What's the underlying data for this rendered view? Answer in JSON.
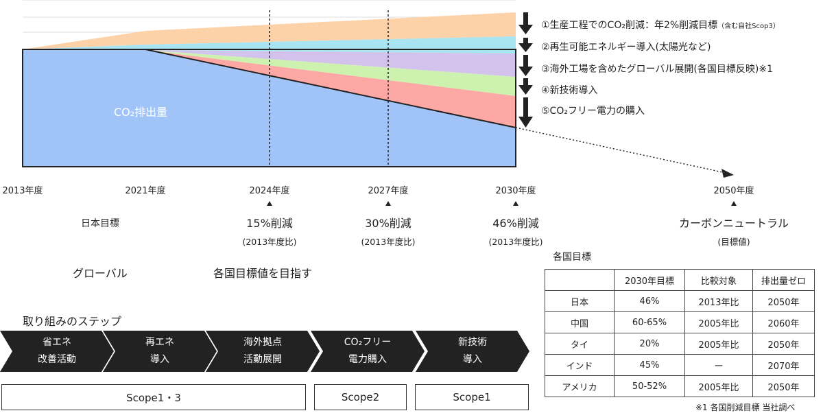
{
  "chart_data": {
    "type": "area",
    "x_labels": [
      "2013年度",
      "2021年度",
      "2024年度",
      "2027年度",
      "2030年度",
      "2050年度"
    ],
    "base_label": "CO₂排出量",
    "layers": [
      {
        "name": "①生産工程でのCO₂削減：年2%削減目標",
        "note": "（含む自社Scop3）",
        "color": "#fdd2a8"
      },
      {
        "name": "②再生可能エネルギー導入(太陽光など)",
        "color": "#a8e4f2"
      },
      {
        "name": "③海外工場を含めたグローバル展開(各国目標反映)※1",
        "color": "#d3c2ec"
      },
      {
        "name": "④新技術導入",
        "color": "#cdf2b0"
      },
      {
        "name": "⑤CO₂フリー電力の購入",
        "color": "#fda8a4"
      }
    ],
    "base_color": "#a1c4f8",
    "milestones": [
      {
        "year": "2024年度",
        "value": "15%削減",
        "note": "(2013年度比)"
      },
      {
        "year": "2027年度",
        "value": "30%削減",
        "note": "(2013年度比)"
      },
      {
        "year": "2030年度",
        "value": "46%削減",
        "note": "(2013年度比)"
      },
      {
        "year": "2050年度",
        "value": "カーボンニュートラル",
        "note": "(目標値)"
      }
    ]
  },
  "labels": {
    "japan_goal": "日本目標",
    "global": "グローバル",
    "global_goal": "各国目標値を目指す"
  },
  "steps": {
    "title": "取り組みのステップ",
    "items": [
      {
        "line1": "省エネ",
        "line2": "改善活動"
      },
      {
        "line1": "再エネ",
        "line2": "導入"
      },
      {
        "line1": "海外拠点",
        "line2": "活動展開"
      },
      {
        "line1": "CO₂フリー",
        "line2": "電力購入"
      },
      {
        "line1": "新技術",
        "line2": "導入"
      }
    ],
    "scopes": [
      "Scope1・3",
      "Scope2",
      "Scope1"
    ]
  },
  "table": {
    "title": "各国目標",
    "headers": [
      "",
      "2030年目標",
      "比較対象",
      "排出量ゼロ"
    ],
    "rows": [
      [
        "日本",
        "46%",
        "2013年比",
        "2050年"
      ],
      [
        "中国",
        "60-65%",
        "2005年比",
        "2060年"
      ],
      [
        "タイ",
        "20%",
        "2005年比",
        "2050年"
      ],
      [
        "インド",
        "45%",
        "ー",
        "2070年"
      ],
      [
        "アメリカ",
        "50-52%",
        "2005年比",
        "2050年"
      ]
    ],
    "footnote": "※1 各国削減目標 当社調べ"
  },
  "colors": {
    "step_fill": "#222222",
    "arrow": "#222222"
  }
}
